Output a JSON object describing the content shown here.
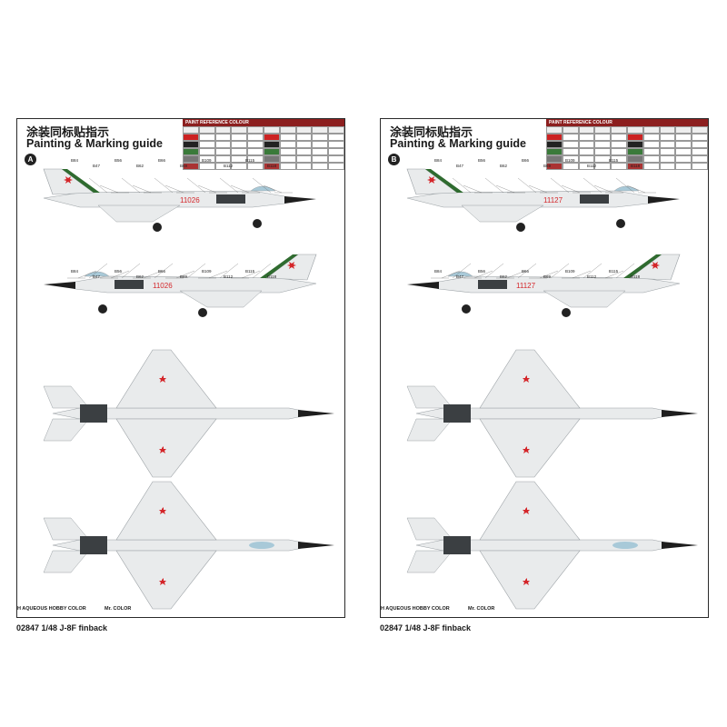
{
  "sheets": [
    {
      "id": "A",
      "title_cn": "涂装同标贴指示",
      "title_en": "Painting & Marking guide",
      "badge": "A",
      "serial": "11026",
      "paint_table_title": "PAINT REFERENCE COLOUR",
      "legend_aqueous": "H  AQUEOUS HOBBY COLOR",
      "legend_mr": "Mr. COLOR"
    },
    {
      "id": "B",
      "title_cn": "涂装同标贴指示",
      "title_en": "Painting & Marking guide",
      "badge": "B",
      "serial": "11127",
      "paint_table_title": "PAINT REFERENCE COLOUR",
      "legend_aqueous": "H  AQUEOUS HOBBY COLOR",
      "legend_mr": "Mr. COLOR"
    }
  ],
  "model_caption": "02847   1/48   J-8F finback",
  "colors": {
    "fuselage": "#e9ebec",
    "panel_line": "#9aa0a4",
    "nose": "#1e1e1e",
    "intake_dark": "#3b3f42",
    "accent_green": "#2f6b2f",
    "roundel_red": "#d4262a",
    "canopy": "#a8c9d8"
  }
}
